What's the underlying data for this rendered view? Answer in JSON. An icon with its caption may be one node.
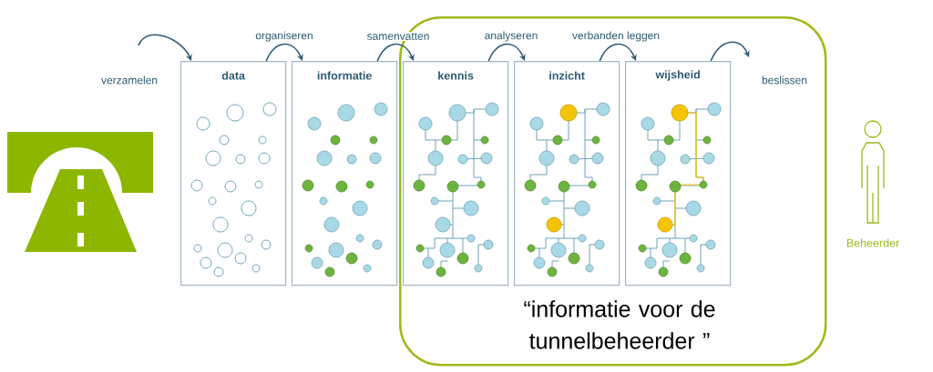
{
  "diagram": {
    "nodes": [
      {
        "text": [
          "data"
        ]
      },
      {
        "text": [
          "informatie"
        ]
      },
      {
        "text": [
          "“informatie voor de tunnelbeheerder ”"
        ]
      },
      {
        "text": [
          "kennis"
        ],
        "in": 2
      },
      {
        "text": [
          "inzicht"
        ],
        "in": 2
      },
      {
        "text": [
          "wijsheid"
        ],
        "in": 2
      }
    ],
    "edges": [
      {
        "from": null,
        "to": 0,
        "arrow": "to",
        "label": "verzamelen"
      },
      {
        "from": 0,
        "to": 1,
        "arrow": "to",
        "label": "organiseren"
      },
      {
        "from": 1,
        "to": 3,
        "arrow": "to",
        "label": "samenvatten"
      },
      {
        "from": 3,
        "to": 4,
        "arrow": "to",
        "label": "analyseren"
      },
      {
        "from": 4,
        "to": 5,
        "arrow": "to",
        "label": "verbanden leggen"
      },
      {
        "from": 5,
        "to": null,
        "arrow": "to",
        "label": "beslissen"
      }
    ],
    "labels": [
      "Beheerder"
    ]
  }
}
